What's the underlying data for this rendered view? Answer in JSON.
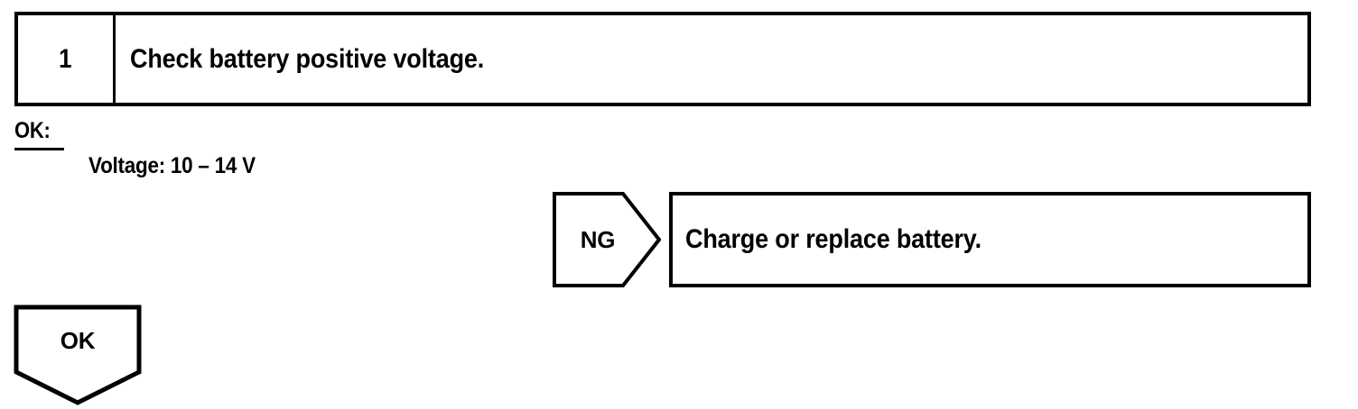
{
  "page": {
    "background_color": "#ffffff",
    "line_color": "#000000"
  },
  "step": {
    "number": "1",
    "instruction": "Check battery positive voltage."
  },
  "ok_criteria": {
    "label": "OK:",
    "spec": "Voltage: 10 – 14 V"
  },
  "branches": {
    "ng": {
      "marker": "NG",
      "action": "Charge or replace battery."
    },
    "ok": {
      "marker": "OK"
    }
  }
}
